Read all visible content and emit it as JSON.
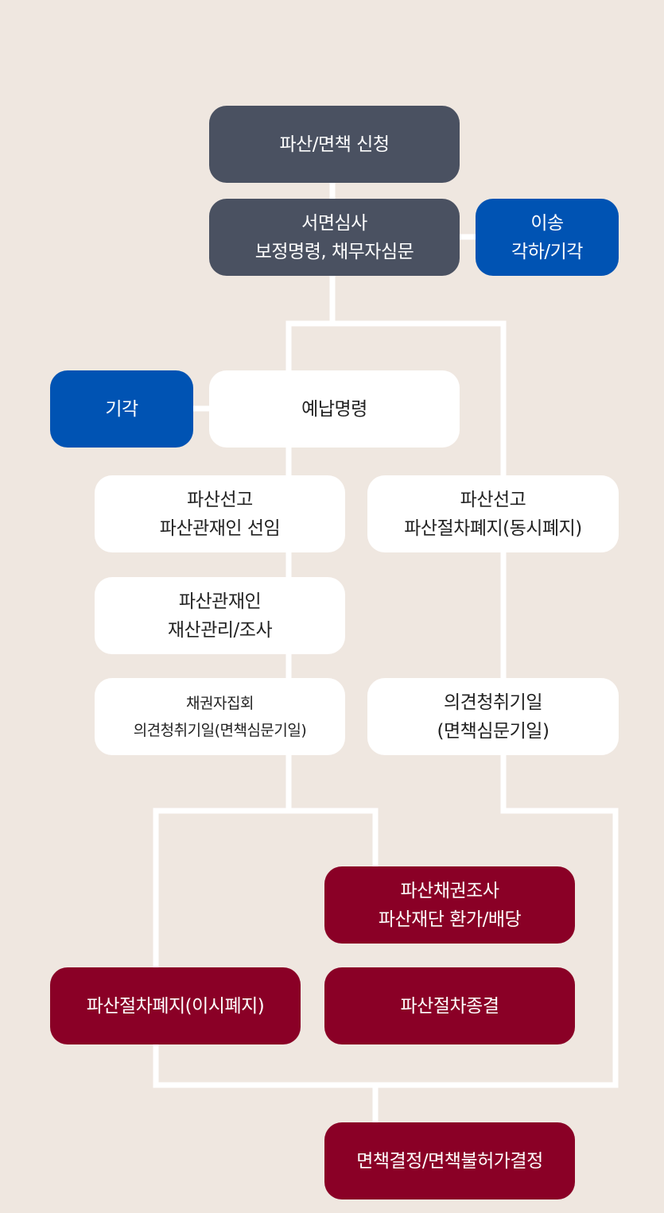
{
  "nodes": {
    "apply": [
      "파산/면책 신청"
    ],
    "review": [
      "서면심사",
      "보정명령, 채무자심문"
    ],
    "transfer": [
      "이송",
      "각하/기각"
    ],
    "dismiss": [
      "기각"
    ],
    "deposit": [
      "예납명령"
    ],
    "declare_trustee": [
      "파산선고",
      "파산관재인 선임"
    ],
    "declare_abolish": [
      "파산선고",
      "파산절차폐지(동시폐지)"
    ],
    "trustee_manage": [
      "파산관재인",
      "재산관리/조사"
    ],
    "creditors_meeting": [
      "채권자집회",
      "의견청취기일(면책심문기일)"
    ],
    "hearing": [
      "의견청취기일",
      "(면책심문기일)"
    ],
    "claims": [
      "파산채권조사",
      "파산재단 환가/배당"
    ],
    "abolish_later": [
      "파산절차폐지(이시폐지)"
    ],
    "conclude": [
      "파산절차종결"
    ],
    "discharge": [
      "면책결정/면책불허가결정"
    ]
  },
  "colors": {
    "background": "#efe7e0",
    "dark": "#4a5161",
    "blue": "#0053b3",
    "white": "#ffffff",
    "red": "#8a0026",
    "connector": "#ffffff"
  }
}
